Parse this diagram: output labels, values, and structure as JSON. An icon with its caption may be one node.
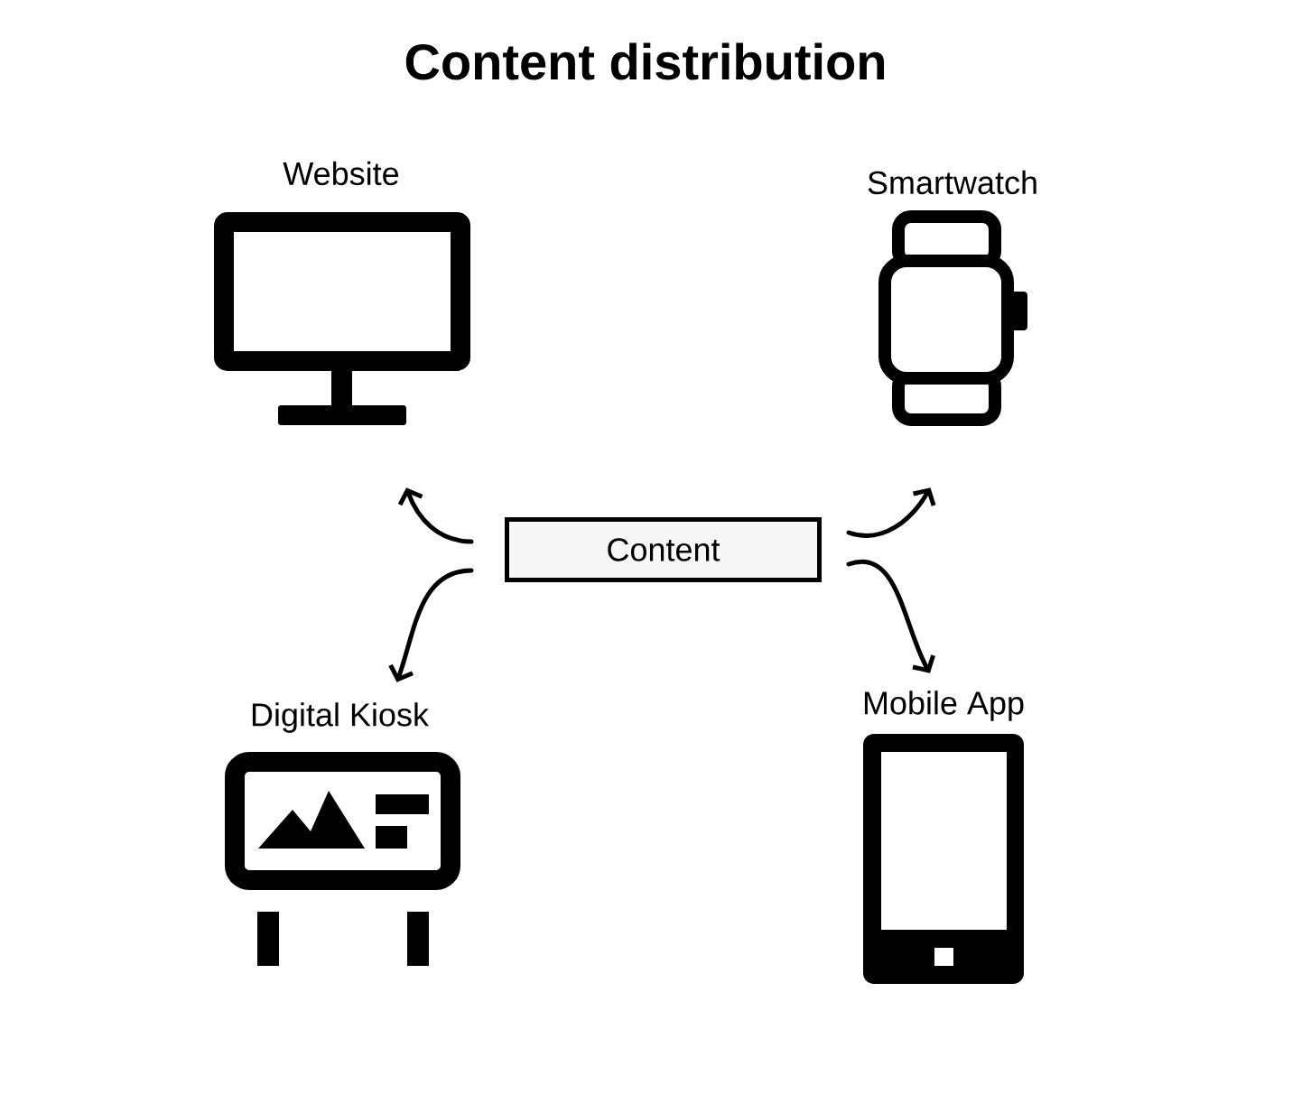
{
  "diagram": {
    "title": "Content distribution",
    "nodes": [
      {
        "text": [
          "Content"
        ]
      },
      {
        "text": [
          "Website"
        ]
      },
      {
        "text": [
          "Smartwatch"
        ]
      },
      {
        "text": [
          "Digital Kiosk"
        ]
      },
      {
        "text": [
          "Mobile App"
        ]
      }
    ],
    "edges": [
      {
        "from": 0,
        "to": 1,
        "arrow": "to"
      },
      {
        "from": 0,
        "to": 3,
        "arrow": "to"
      },
      {
        "from": 0,
        "to": 2,
        "arrow": "to"
      },
      {
        "from": 0,
        "to": 4,
        "arrow": "to"
      }
    ]
  }
}
